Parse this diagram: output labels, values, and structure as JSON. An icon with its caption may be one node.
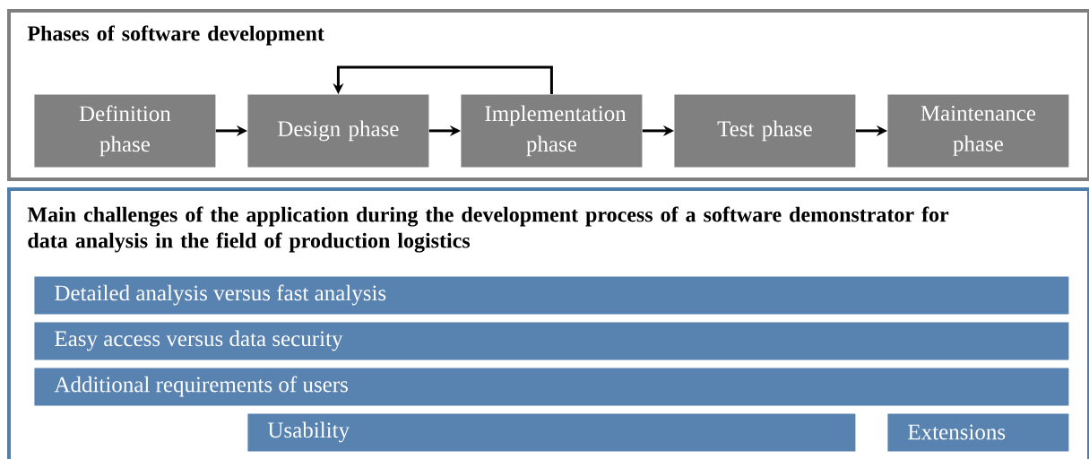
{
  "diagram": {
    "nodes": [
      {
        "text": [
          "Phases of software development"
        ]
      },
      {
        "text": [
          "Definition phase"
        ],
        "in": 0
      },
      {
        "text": [
          "Design phase"
        ],
        "in": 0
      },
      {
        "text": [
          "Implementation phase"
        ],
        "in": 0
      },
      {
        "text": [
          "Test phase"
        ],
        "in": 0
      },
      {
        "text": [
          "Maintenance phase"
        ],
        "in": 0
      },
      {
        "text": [
          "Main challenges of the application during the development process of a software demonstrator for data analysis in the field of production logistics"
        ]
      },
      {
        "text": [
          "Detailed analysis versus fast analysis"
        ],
        "in": 6
      },
      {
        "text": [
          "Easy access versus data security"
        ],
        "in": 6
      },
      {
        "text": [
          "Additional requirements of users"
        ],
        "in": 6
      },
      {
        "text": [
          "Usability"
        ],
        "in": 6
      },
      {
        "text": [
          "Extensions"
        ],
        "in": 6
      }
    ],
    "edges": [
      {
        "from": 1,
        "to": 2,
        "arrow": "to"
      },
      {
        "from": 2,
        "to": 3,
        "arrow": "to"
      },
      {
        "from": 3,
        "to": 4,
        "arrow": "to"
      },
      {
        "from": 4,
        "to": 5,
        "arrow": "to"
      },
      {
        "from": 3,
        "to": 2,
        "arrow": "to"
      }
    ]
  }
}
